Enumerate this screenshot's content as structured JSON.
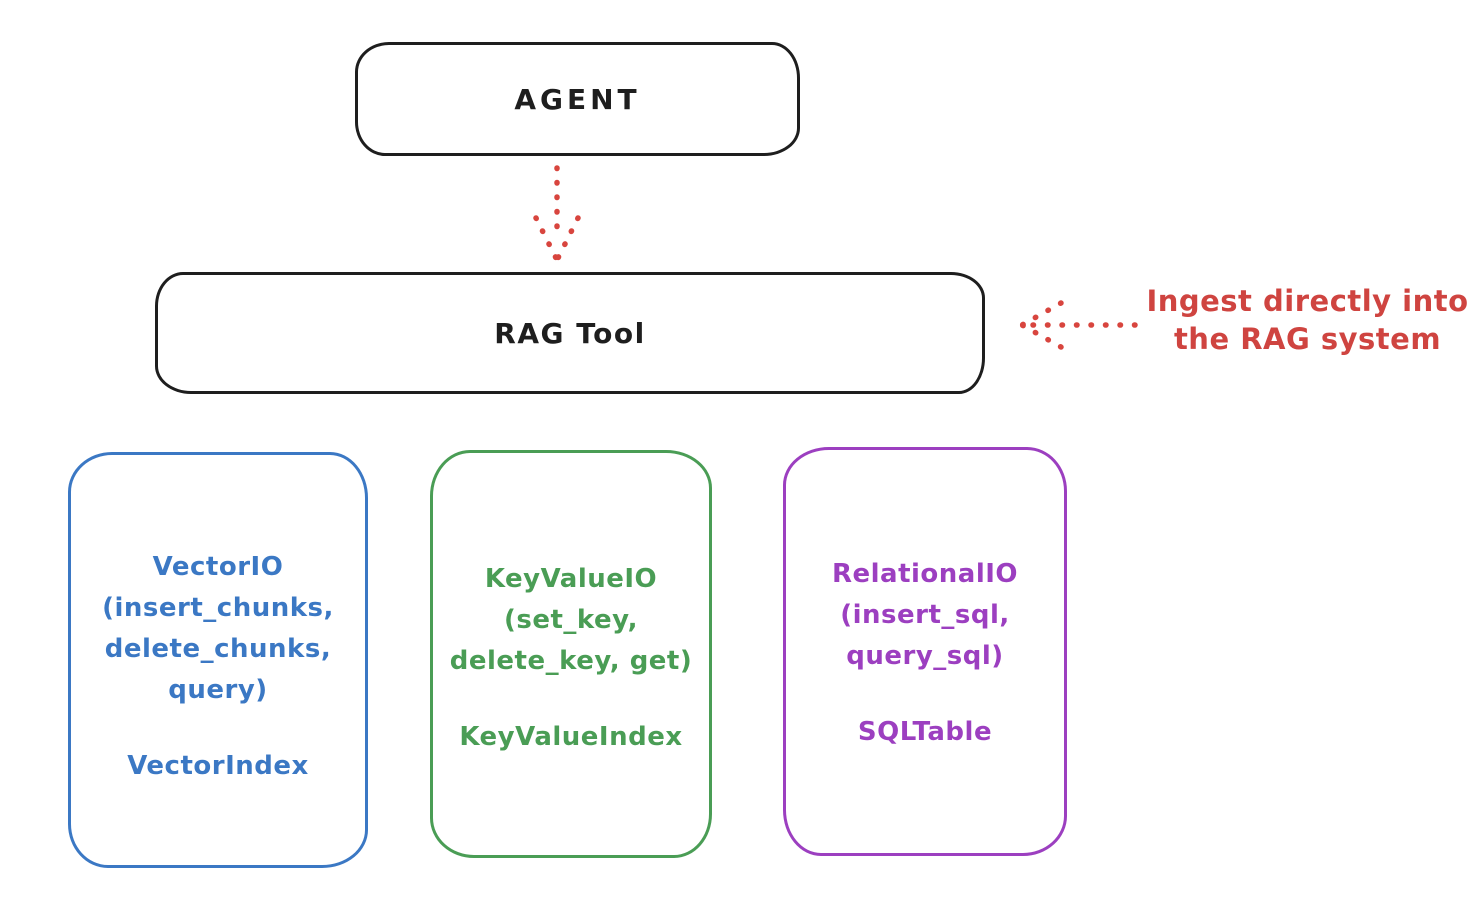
{
  "agent_box": {
    "label": "AGENT",
    "stroke": "#1e1e1e"
  },
  "rag_tool_box": {
    "label": "RAG Tool",
    "stroke": "#1e1e1e"
  },
  "flow_arrow": {
    "color": "#d8453e"
  },
  "annotation": {
    "line1": "Ingest directly into",
    "line2": "the RAG system",
    "color": "#cf4440"
  },
  "storage_boxes": [
    {
      "name": "vector-io",
      "color": "#3b78c4",
      "lines": [
        "VectorIO",
        "(insert_chunks,",
        "delete_chunks,",
        "query)"
      ],
      "index_label": "VectorIndex"
    },
    {
      "name": "keyvalue-io",
      "color": "#4a9d55",
      "lines": [
        "KeyValueIO",
        "(set_key,",
        "delete_key, get)"
      ],
      "index_label": "KeyValueIndex"
    },
    {
      "name": "relational-io",
      "color": "#9c3fc0",
      "lines": [
        "RelationalIO",
        "(insert_sql,",
        "query_sql)"
      ],
      "index_label": "SQLTable"
    }
  ]
}
